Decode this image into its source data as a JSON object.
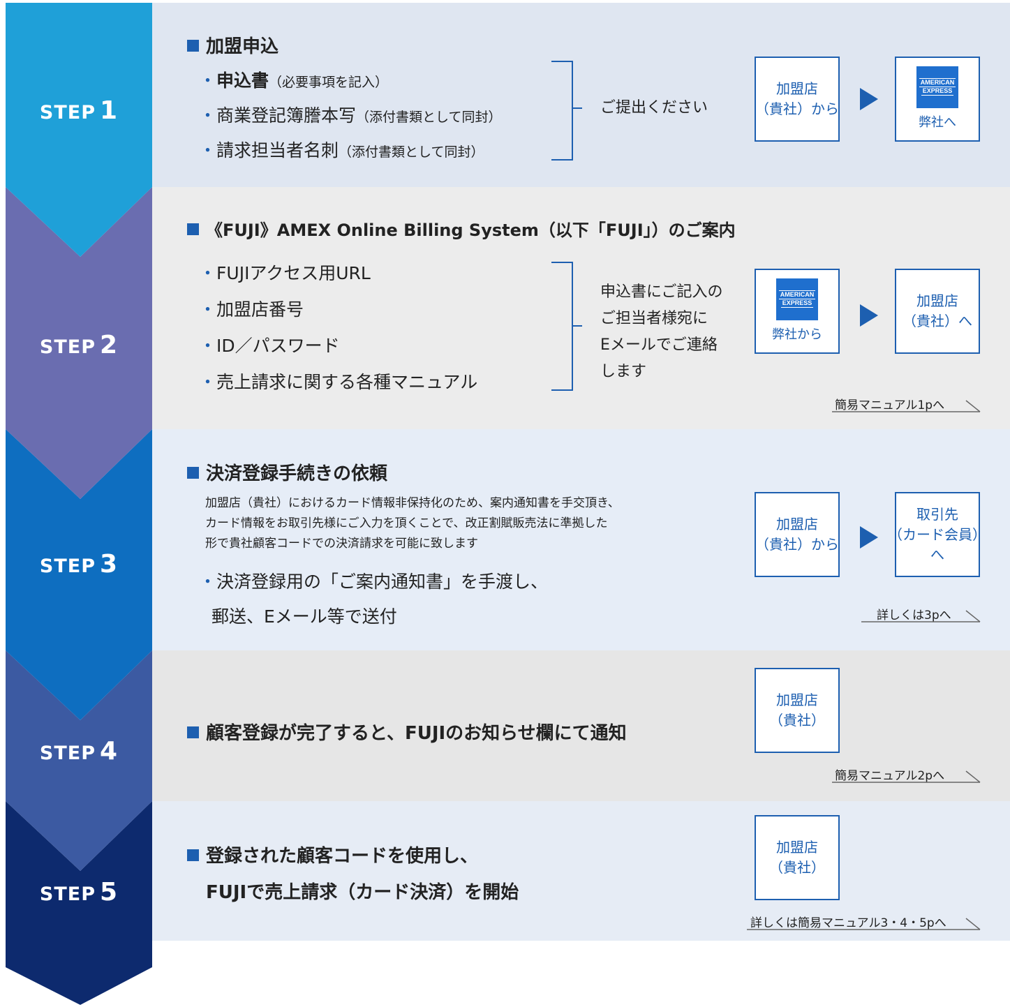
{
  "steps": [
    {
      "label": "STEP",
      "num": "1",
      "heading": "加盟申込",
      "items": [
        {
          "main": "申込書",
          "sub": "（必要事項を記入）"
        },
        {
          "main": "商業登記簿謄本写",
          "sub": "（添付書類として同封）"
        },
        {
          "main": "請求担当者名刺",
          "sub": "（添付書類として同封）"
        }
      ],
      "side": "ご提出ください",
      "from_box": [
        "加盟店",
        "（貴社）から"
      ],
      "to_box_caption": "弊社へ"
    },
    {
      "label": "STEP",
      "num": "2",
      "heading": "《FUJI》AMEX Online Billing System（以下「FUJI」）のご案内",
      "items": [
        "FUJIアクセス用URL",
        "加盟店番号",
        "ID／パスワード",
        "売上請求に関する各種マニュアル"
      ],
      "side": [
        "申込書にご記入の",
        "ご担当者様宛に",
        "Eメールでご連絡",
        "します"
      ],
      "from_box_caption": "弊社から",
      "to_box": [
        "加盟店",
        "（貴社）へ"
      ],
      "link": "簡易マニュアル1pへ"
    },
    {
      "label": "STEP",
      "num": "3",
      "heading": "決済登録手続きの依頼",
      "note": [
        "加盟店（貴社）におけるカード情報非保持化のため、案内通知書を手交頂き、",
        "カード情報をお取引先様にご入力を頂くことで、改正割賦販売法に準拠した",
        "形で貴社顧客コードでの決済請求を可能に致します"
      ],
      "item_lines": [
        "決済登録用の「ご案内通知書」を手渡し、",
        "郵送、Eメール等で送付"
      ],
      "from_box": [
        "加盟店",
        "（貴社）から"
      ],
      "to_box": [
        "取引先",
        "（カード会員）",
        "へ"
      ],
      "link": "詳しくは3pへ"
    },
    {
      "label": "STEP",
      "num": "4",
      "heading": "顧客登録が完了すると、FUJIのお知らせ欄にて通知",
      "box": [
        "加盟店",
        "（貴社）"
      ],
      "link": "簡易マニュアル2pへ"
    },
    {
      "label": "STEP",
      "num": "5",
      "heading_lines": [
        "登録された顧客コードを使用し、",
        "FUJIで売上請求（カード決済）を開始"
      ],
      "box": [
        "加盟店",
        "（貴社）"
      ],
      "link": "詳しくは簡易マニュアル3・4・5pへ"
    }
  ],
  "amex_logo": [
    "AMERICAN",
    "EXPRESS"
  ],
  "colors": {
    "step1": "#1fa0d8",
    "step2": "#6a6db0",
    "step3": "#0e6ec0",
    "step4": "#3c5aa2",
    "step5": "#0d2a6e",
    "accent": "#1d5fb0"
  }
}
